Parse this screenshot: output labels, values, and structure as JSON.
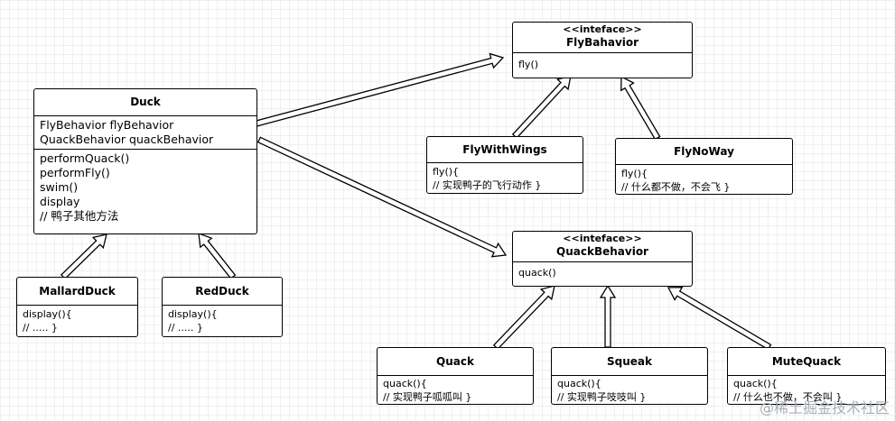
{
  "classes": {
    "duck": {
      "name": "Duck",
      "fields": [
        "FlyBehavior flyBehavior",
        "QuackBehavior quackBehavior"
      ],
      "methods": [
        "performQuack()",
        "performFly()",
        "swim()",
        "display",
        "// 鸭子其他方法"
      ]
    },
    "fly_behavior": {
      "stereotype": "<<inteface>>",
      "name": "FlyBahavior",
      "methods": [
        "fly()"
      ]
    },
    "quack_behavior": {
      "stereotype": "<<inteface>>",
      "name": "QuackBehavior",
      "methods": [
        "quack()"
      ]
    },
    "fly_with_wings": {
      "name": "FlyWithWings",
      "body": [
        "fly(){",
        "// 实现鸭子的飞行动作 }"
      ]
    },
    "fly_no_way": {
      "name": "FlyNoWay",
      "body": [
        "fly(){",
        "// 什么都不做，不会飞 }"
      ]
    },
    "mallard_duck": {
      "name": "MallardDuck",
      "body": [
        "display(){",
        "// ..... }"
      ]
    },
    "red_duck": {
      "name": "RedDuck",
      "body": [
        "display(){",
        "// ..... }"
      ]
    },
    "quack": {
      "name": "Quack",
      "body": [
        "quack(){",
        "// 实现鸭子呱呱叫 }"
      ]
    },
    "squeak": {
      "name": "Squeak",
      "body": [
        "quack(){",
        "// 实现鸭子吱吱叫 }"
      ]
    },
    "mute_quack": {
      "name": "MuteQuack",
      "body": [
        "quack(){",
        "// 什么也不做，不会叫 }"
      ]
    }
  },
  "watermark": "@稀土掘金技术社区"
}
